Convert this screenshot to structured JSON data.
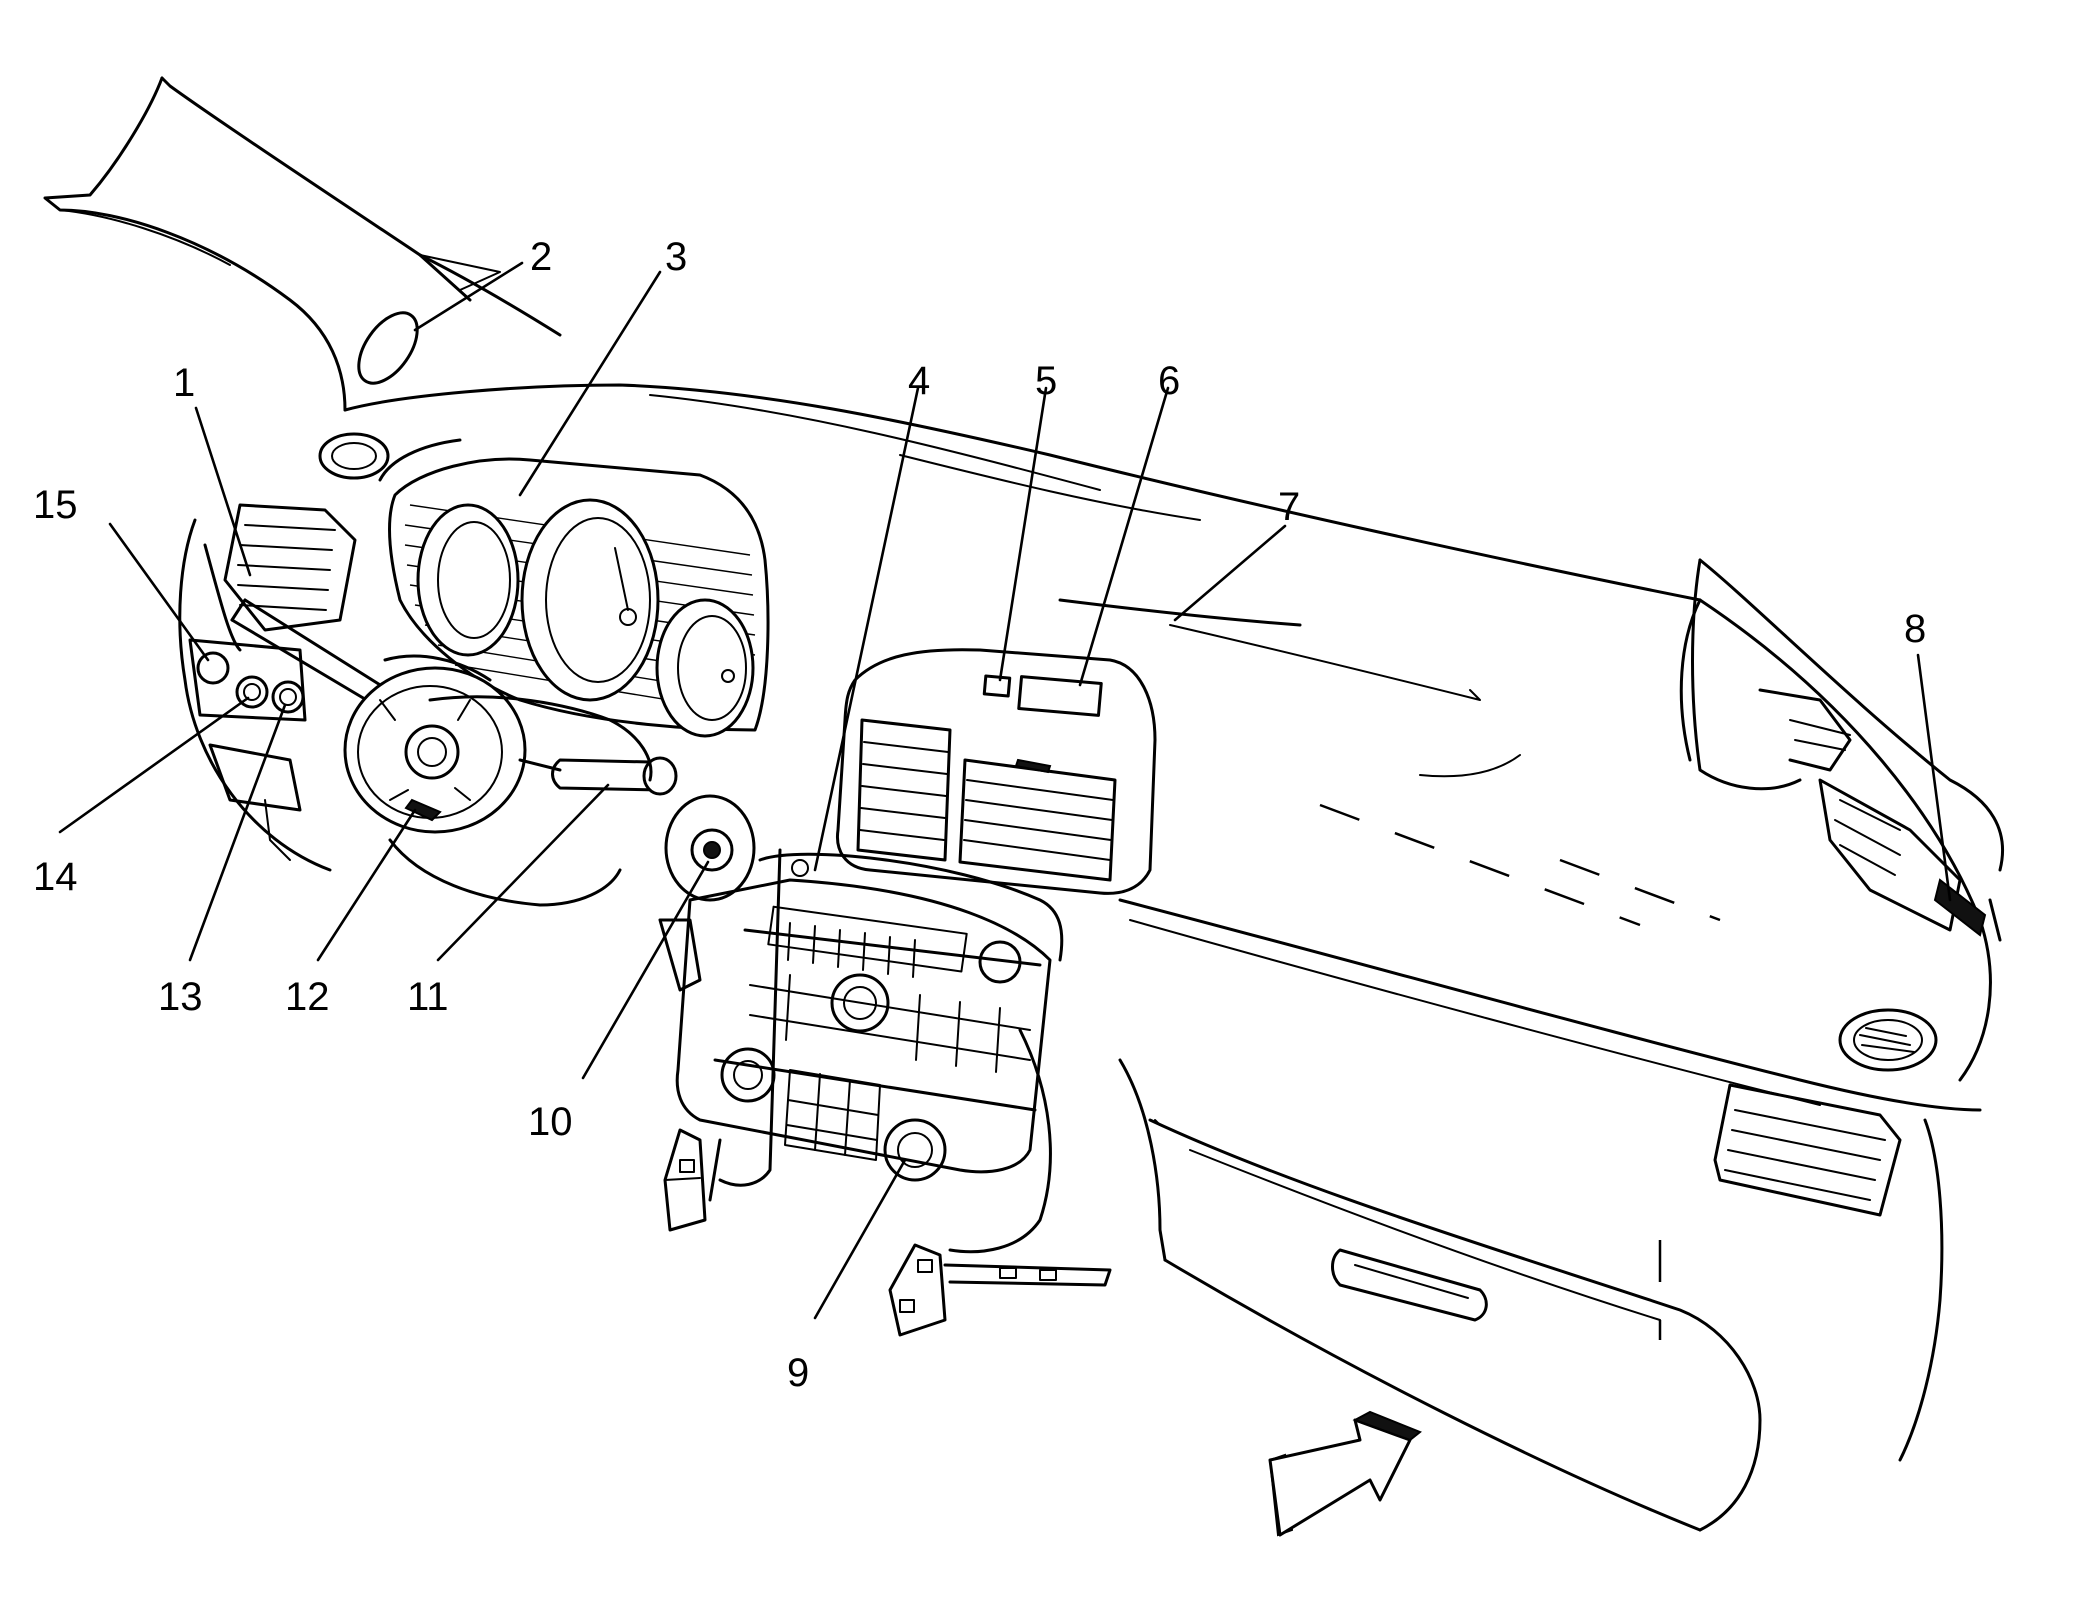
{
  "diagram": {
    "callouts": [
      {
        "id": "1",
        "label": "1"
      },
      {
        "id": "2",
        "label": "2"
      },
      {
        "id": "3",
        "label": "3"
      },
      {
        "id": "4",
        "label": "4"
      },
      {
        "id": "5",
        "label": "5"
      },
      {
        "id": "6",
        "label": "6"
      },
      {
        "id": "7",
        "label": "7"
      },
      {
        "id": "8",
        "label": "8"
      },
      {
        "id": "9",
        "label": "9"
      },
      {
        "id": "10",
        "label": "10"
      },
      {
        "id": "11",
        "label": "11"
      },
      {
        "id": "12",
        "label": "12"
      },
      {
        "id": "13",
        "label": "13"
      },
      {
        "id": "14",
        "label": "14"
      },
      {
        "id": "15",
        "label": "15"
      }
    ],
    "view_arrow": "forward-view-arrow"
  }
}
